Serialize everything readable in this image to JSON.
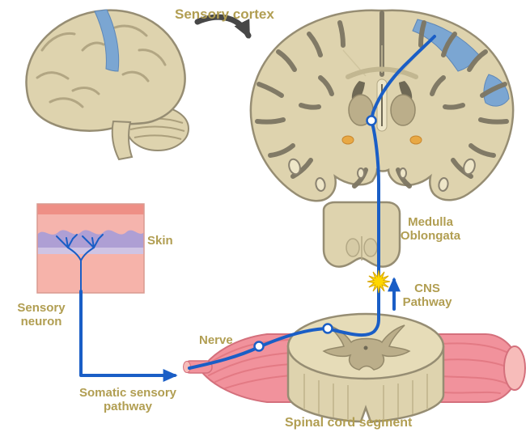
{
  "labels": {
    "sensory_cortex": "Sensory cortex",
    "medulla_oblongata": "Medulla Oblongata",
    "cns_pathway": "CNS Pathway",
    "skin": "Skin",
    "sensory_neuron": "Sensory neuron",
    "nerve": "Nerve",
    "somatic_sensory_pathway": "Somatic sensory pathway",
    "spinal_cord_segment": "Spinal cord segment"
  },
  "colors": {
    "label_text": "#b19e52",
    "pathway_blue": "#1a5ec6",
    "highlight_blue": "#7ba6d2",
    "highlight_edge": "#5d87b8",
    "brain_beige": "#ded3ae",
    "brain_face": "#e6dcb8",
    "brain_outline": "#968d73",
    "sulci_gray": "#7d7663",
    "gyri_line": "#ab9f7c",
    "ventricle_gray": "#6f6955",
    "gray_matter": "#bbae8a",
    "gray_matter_edge": "#94896a",
    "accent_orange": "#e8a844",
    "cream": "#eee6c8",
    "cream_edge": "#b3a885",
    "muscle_pink": "#f1929c",
    "muscle_outline": "#d4707c",
    "muscle_cap": "#f7bcba",
    "muscle_striation": "#e0757f",
    "skin_top": "#ee8f86",
    "skin_band": "#f5b4ad",
    "skin_purple": "#ae9fd4",
    "skin_lavender": "#cfc4e4",
    "skin_base": "#f6b3aa",
    "skin_edge": "#d99a90",
    "starburst_yellow": "#ffd700",
    "starburst_edge": "#d9a800",
    "arrow_dark": "#474747",
    "cord_ridge": "#c6ba93"
  }
}
